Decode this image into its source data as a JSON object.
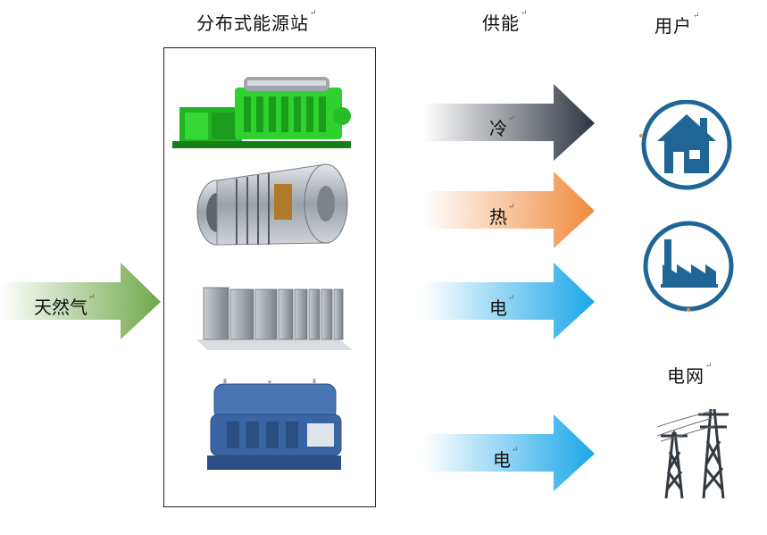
{
  "headers": {
    "station": "分布式能源站",
    "supply": "供能",
    "user": "用户",
    "grid": "电网"
  },
  "input": {
    "label": "天然气",
    "color": "#6fa84a"
  },
  "outputs": [
    {
      "label": "冷",
      "color": "#2e3540"
    },
    {
      "label": "热",
      "color": "#f08a3c"
    },
    {
      "label": "电",
      "color": "#1aa6e8"
    },
    {
      "label": "电",
      "color": "#1aa6e8"
    }
  ],
  "return_mark": "↵",
  "equipment": [
    {
      "name": "gas-engine-generator",
      "color": "#2fd12f"
    },
    {
      "name": "gas-turbine",
      "color": "#8e959c"
    },
    {
      "name": "battery-storage-cabinets",
      "color": "#9aa1a8"
    },
    {
      "name": "absorption-chiller",
      "color": "#3b64a3"
    }
  ],
  "users": [
    {
      "name": "house-icon",
      "color": "#1f6696"
    },
    {
      "name": "factory-icon",
      "color": "#1f6696"
    }
  ],
  "grid_icon": {
    "name": "transmission-tower-icon",
    "color": "#333a40"
  }
}
